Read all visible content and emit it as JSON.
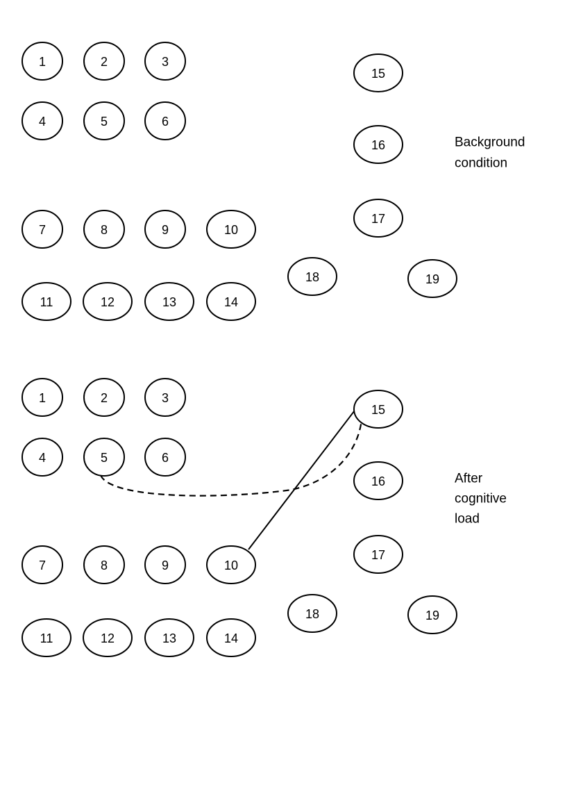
{
  "panels": [
    {
      "id": "background",
      "caption_lines": [
        "Background",
        "condition"
      ],
      "nodes": [
        "1",
        "2",
        "3",
        "4",
        "5",
        "6",
        "7",
        "8",
        "9",
        "10",
        "11",
        "12",
        "13",
        "14",
        "15",
        "16",
        "17",
        "18",
        "19"
      ],
      "edges": []
    },
    {
      "id": "after",
      "caption_lines": [
        "After",
        "cognitive",
        "load"
      ],
      "nodes": [
        "1",
        "2",
        "3",
        "4",
        "5",
        "6",
        "7",
        "8",
        "9",
        "10",
        "11",
        "12",
        "13",
        "14",
        "15",
        "16",
        "17",
        "18",
        "19"
      ],
      "edges": [
        {
          "from": "10",
          "to": "15",
          "style": "solid"
        },
        {
          "from": "5",
          "to": "15",
          "style": "dashed"
        }
      ]
    }
  ]
}
